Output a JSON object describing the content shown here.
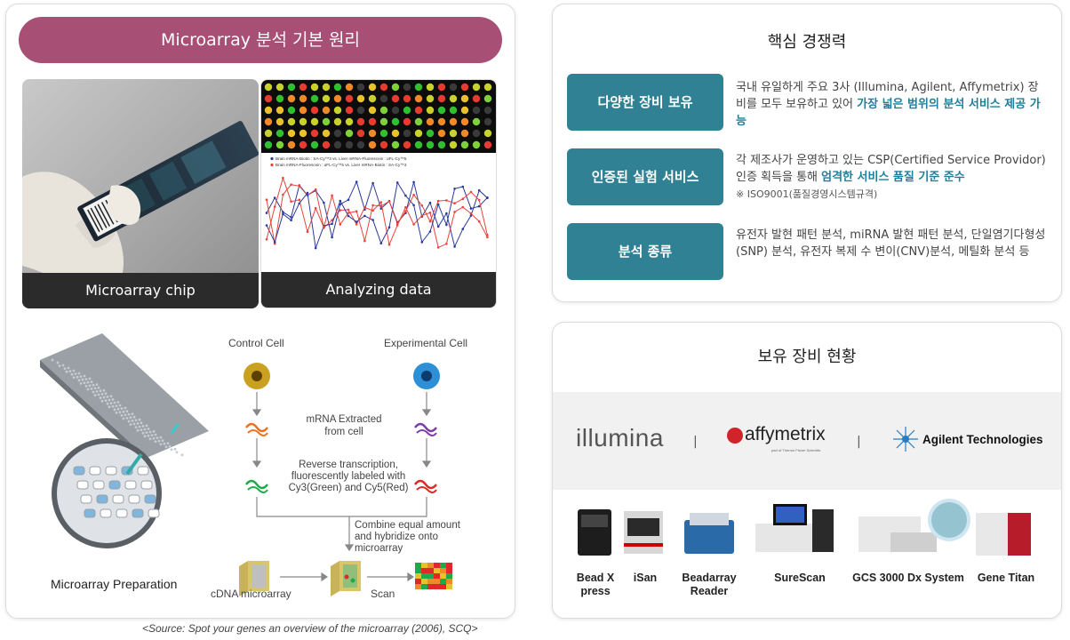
{
  "left": {
    "title": "Microarray 분석 기본 원리",
    "chip_caption": "Microarray chip",
    "analysis_caption": "Analyzing data",
    "legend": [
      "Brain mRNA-Biotin : SA-Cy™3 vs. Liver mRNA-Fluorescein : αFL-Cy™5",
      "Brain mRNA-Fluorescein : αFL-Cy™5 vs. Liver mRNA-Biotin : SA-Cy™3"
    ],
    "series_colors": [
      "#2b3a9c",
      "#e8433c"
    ],
    "preparation_label": "Microarray Preparation",
    "control_cell": "Control Cell",
    "experimental_cell": "Experimental Cell",
    "mrna_extracted": "mRNA Extracted\nfrom cell",
    "reverse_transcription": "Reverse transcription,\nfluorescently labeled with\nCy3(Green) and Cy5(Red)",
    "combine": "Combine equal amount\nand hybridize onto\nmicroarray",
    "cdna_label": "cDNA microarray",
    "scan_label": "Scan",
    "source": "<Source: Spot your genes an overview of the microarray (2006), SCQ>"
  },
  "competitiveness": {
    "title": "핵심 경쟁력",
    "rows": [
      {
        "badge": "다양한 장비 보유",
        "text": "국내 유일하게 주요 3사 (Illumina, Agilent, Affymetrix) 장비를 모두 보유하고 있어 ",
        "highlight": "가장 넓은 범위의 분석 서비스 제공 가능",
        "note": ""
      },
      {
        "badge": "인증된 실험 서비스",
        "text": "각 제조사가 운영하고 있는 CSP(Certified Service Providor) 인증 획득을 통해 ",
        "highlight": "엄격한 서비스 품질 기준 준수",
        "note": "※ ISO9001(품질경영시스템규격)"
      },
      {
        "badge": "분석 종류",
        "text": "유전자 발현 패턴 분석, miRNA 발현 패턴 분석, 단일염기다형성(SNP) 분석, 유전자 복제 수 변이(CNV)분석, 메틸화 분석 등",
        "highlight": "",
        "note": ""
      }
    ]
  },
  "equipment": {
    "title": "보유 장비 현황",
    "logos": {
      "illumina": "illumina",
      "affymetrix": "affymetrix",
      "affy_sub": "part of Thermo Fisher Scientific",
      "agilent": "Agilent Technologies"
    },
    "separator": "|",
    "devices": [
      "Bead X\npress",
      "iSan",
      "Beadarray\nReader",
      "SureScan",
      "GCS 3000 Dx System",
      "Gene Titan"
    ],
    "accent_color": "#2f8193"
  }
}
